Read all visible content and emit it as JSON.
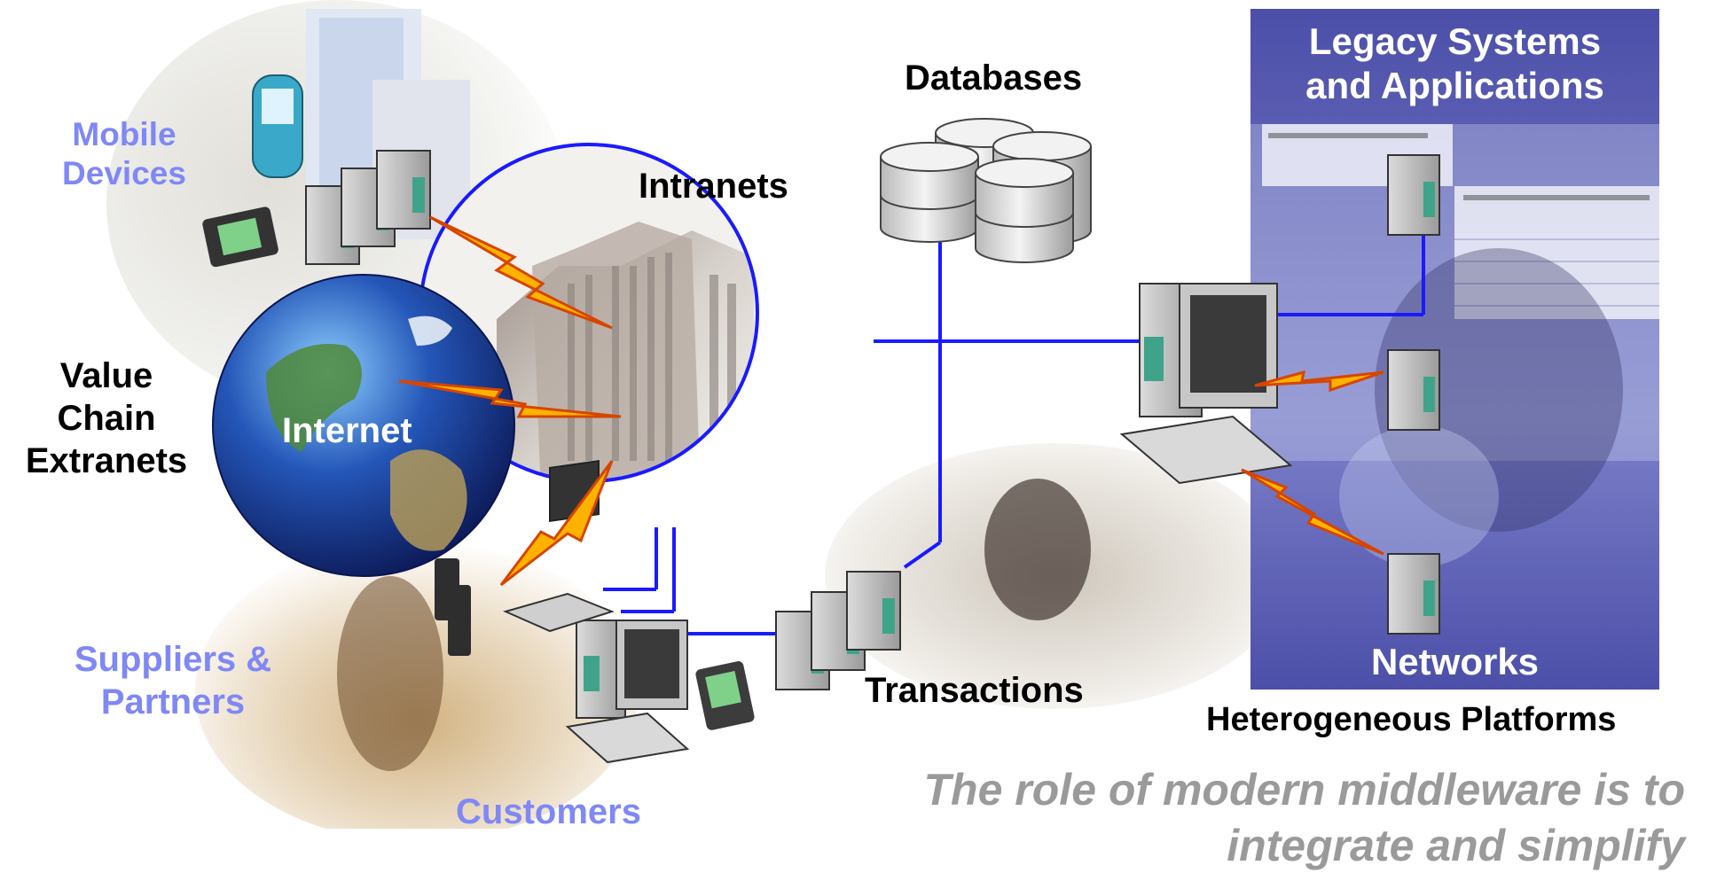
{
  "labels": {
    "mobile_devices": "Mobile\nDevices",
    "intranets": "Intranets",
    "databases": "Databases",
    "legacy": "Legacy Systems\nand Applications",
    "value_chain": "Value\nChain\nExtranets",
    "internet": "Internet",
    "suppliers": "Suppliers &\nPartners",
    "customers": "Customers",
    "transactions": "Transactions",
    "networks": "Networks",
    "heterogeneous": "Heterogeneous Platforms",
    "tagline": "The role of modern middleware is to\nintegrate and simplify"
  },
  "colors": {
    "panel": "#4c4fa8",
    "link": "#1a1aff",
    "lightning_fill": "#ffb300",
    "lightning_edge": "#d64500",
    "accent_text": "#7f88f5",
    "tagline_text": "#9a9a9a"
  },
  "icons": [
    "server-rack-icon",
    "database-cylinder-icon",
    "workstation-icon",
    "laptop-icon",
    "pda-icon",
    "mobile-phone-icon",
    "globe-icon",
    "lightning-icon"
  ]
}
